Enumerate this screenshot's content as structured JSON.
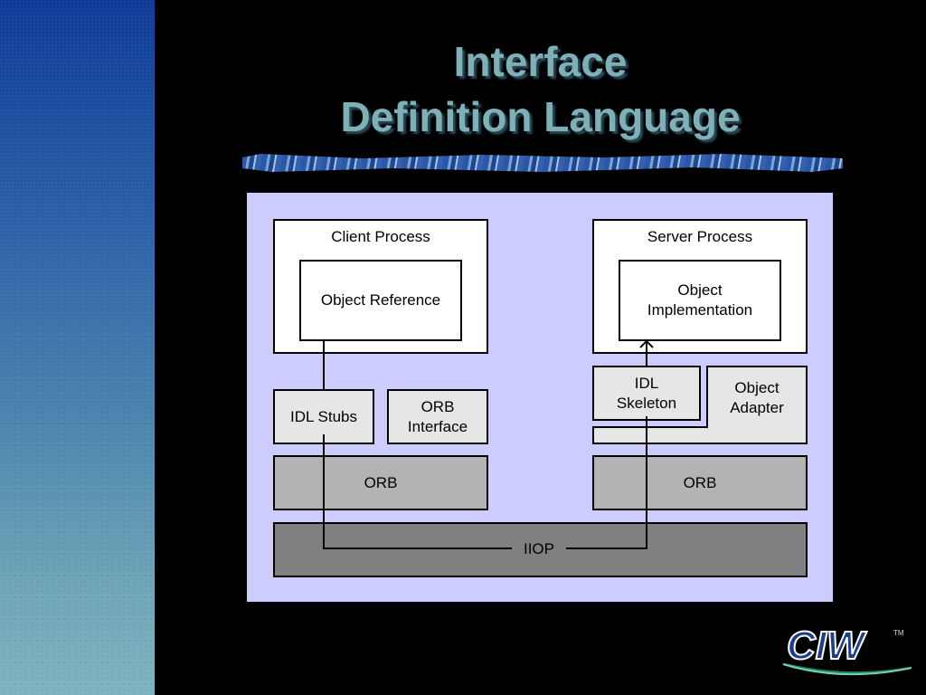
{
  "slide": {
    "title_line1": "Interface",
    "title_line2": "Definition Language"
  },
  "diagram": {
    "client": {
      "process_label": "Client Process",
      "object_reference": "Object Reference",
      "idl_stubs": "IDL Stubs",
      "orb_interface": "ORB\nInterface",
      "orb": "ORB"
    },
    "server": {
      "process_label": "Server Process",
      "object_implementation": "Object\nImplementation",
      "idl_skeleton": "IDL\nSkeleton",
      "object_adapter": "Object\nAdapter",
      "orb": "ORB"
    },
    "iiop": "IIOP"
  },
  "logo": {
    "text": "CIW",
    "trademark": "TM"
  },
  "colors": {
    "title": "#7fb0b8",
    "panel": "#ccccff",
    "box_white": "#ffffff",
    "box_light": "#e6e6e6",
    "box_mid": "#b3b3b3",
    "box_dark": "#808080"
  }
}
